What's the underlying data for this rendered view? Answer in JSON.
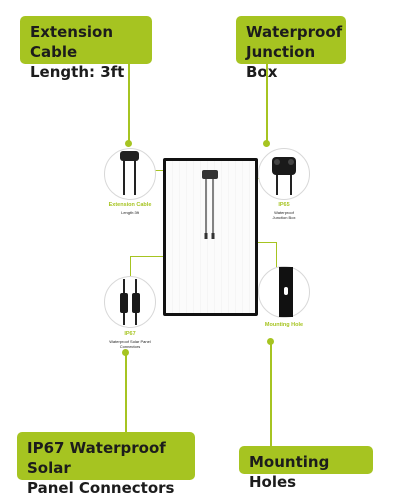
{
  "callouts": {
    "extension_cable": "Extension Cable\nLength: 3ft",
    "junction_box": "Waterproof\nJunction Box",
    "connectors": "IP67 Waterproof Solar\nPanel Connectors",
    "mounting_holes": "Mounting Holes"
  },
  "details": {
    "extension_cable_title": "Extension Cable",
    "extension_cable_sub": "Length:3ft",
    "ip65_title": "IP65",
    "ip65_sub": "Waterproof\nJunction Box",
    "ip67_title": "IP67",
    "ip67_sub": "Waterproof Solar Panel\nConnectors",
    "mounting_hole_title": "Mounting Hole"
  },
  "colors": {
    "accent": "#a6c421",
    "panel_frame": "#111111"
  },
  "icons": [
    "cable-icon",
    "junction-box-icon",
    "connector-icon",
    "mounting-hole-icon"
  ]
}
